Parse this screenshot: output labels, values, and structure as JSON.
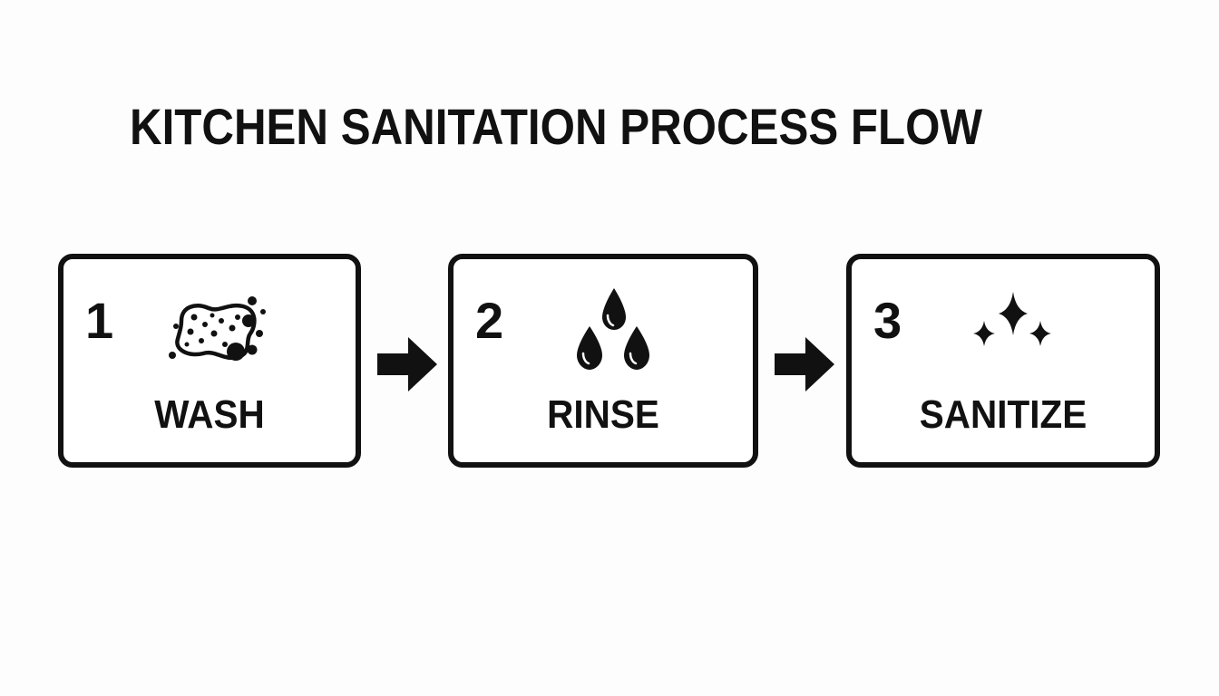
{
  "title": "KITCHEN SANITATION PROCESS FLOW",
  "steps": [
    {
      "number": "1",
      "label": "WASH",
      "icon": "sponge-with-bubbles-icon"
    },
    {
      "number": "2",
      "label": "RINSE",
      "icon": "water-droplets-icon"
    },
    {
      "number": "3",
      "label": "SANITIZE",
      "icon": "sparkles-icon"
    }
  ],
  "colors": {
    "ink": "#111111",
    "background": "#fdfdfd"
  }
}
